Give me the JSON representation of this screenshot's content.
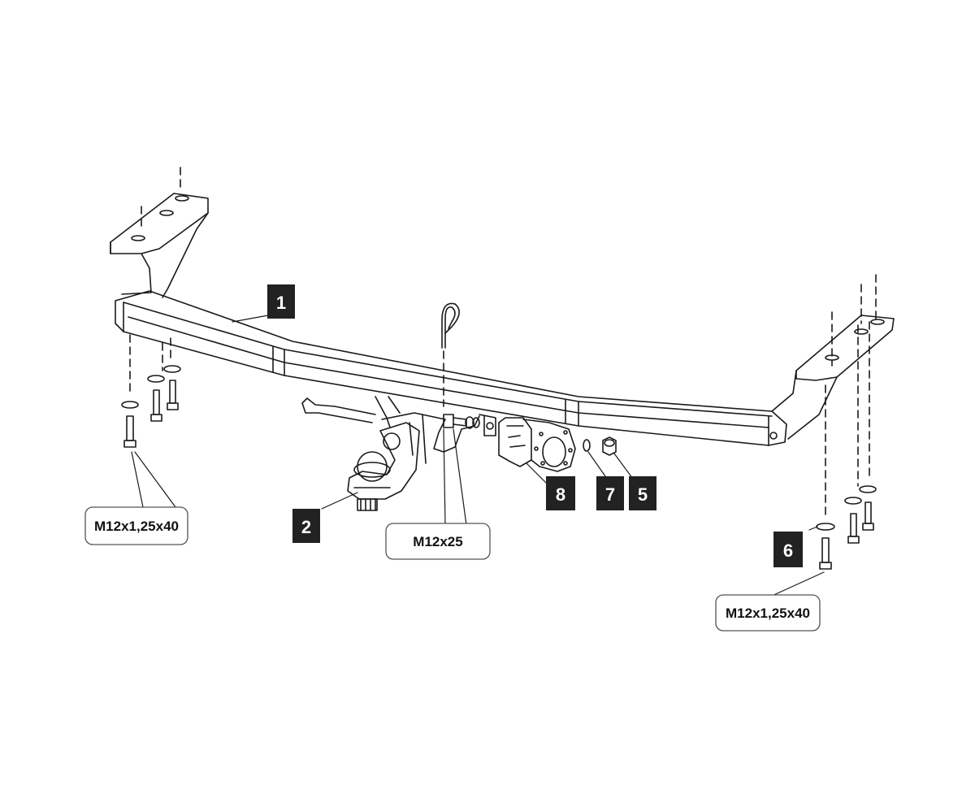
{
  "colors": {
    "line": "#1a1a1a",
    "badge_fill": "#222222",
    "badge_text": "#ffffff",
    "callout_border": "#555555"
  },
  "parts": {
    "crossbar": "1",
    "ball_mount": "2",
    "nut": "5",
    "washer": "6",
    "spring_washer": "7",
    "socket_bracket": "8"
  },
  "callouts": {
    "left_bolts": "M12x1,25x40",
    "center_bolt": "M12x25",
    "right_bolts": "M12x1,25x40"
  }
}
